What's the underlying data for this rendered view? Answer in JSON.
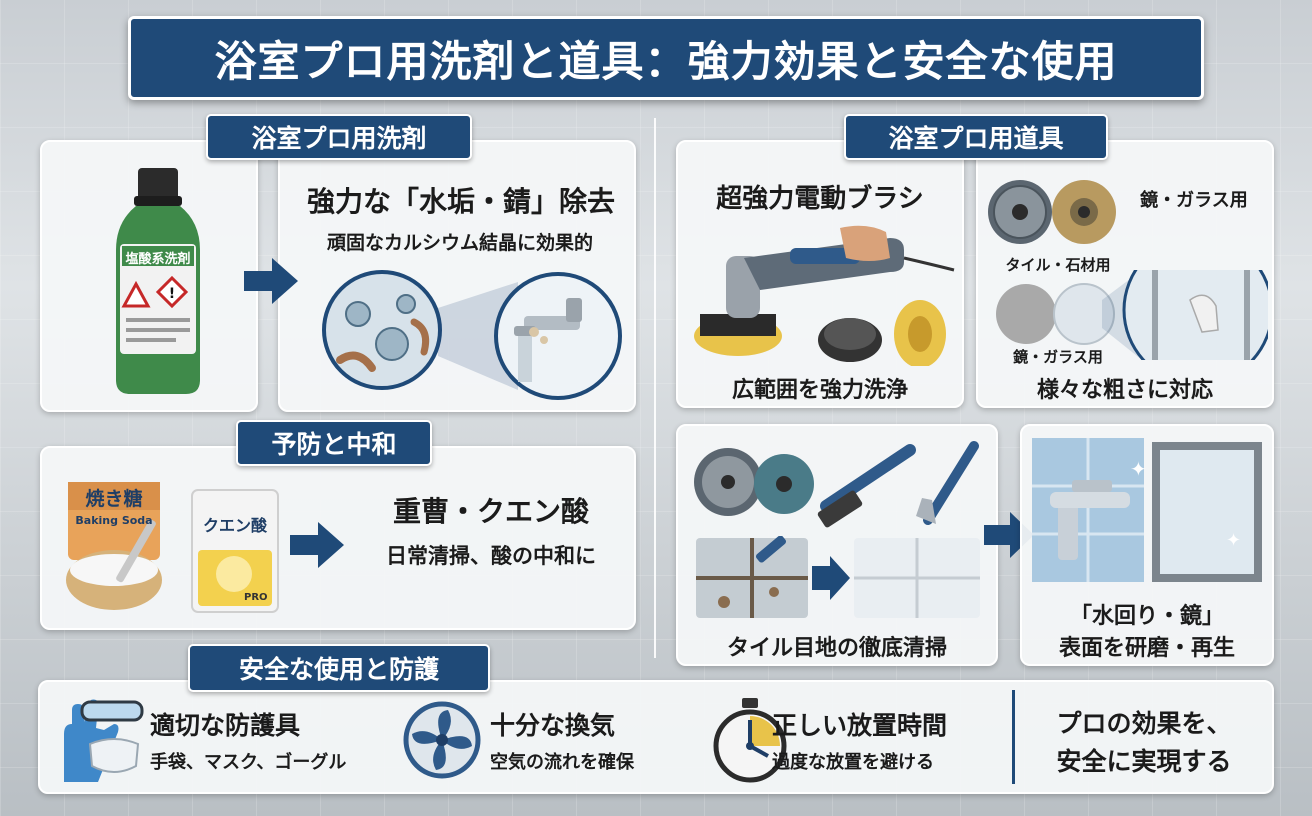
{
  "title": "浴室プロ用洗剤と道具：強力効果と安全な使用",
  "detergent": {
    "tag": "浴室プロ用洗剤",
    "bottle_label": "塩酸系洗剤",
    "heading": "強力な「水垢・錆」除去",
    "sub": "頑固なカルシウム結晶に効果的"
  },
  "prevention": {
    "tag": "予防と中和",
    "bag1_label": "焼き糖",
    "bag1_sub": "Baking Soda",
    "bag2_label": "クエン酸",
    "bag2_badge": "PRO",
    "heading": "重曹・クエン酸",
    "sub": "日常清掃、酸の中和に"
  },
  "tools": {
    "tag": "浴室プロ用道具",
    "brush_heading": "超強力電動ブラシ",
    "brush_caption": "広範囲を強力洗浄",
    "pad_label_top": "鏡・ガラス用",
    "pad_label_mid": "タイル・石材用",
    "pad_label_bottom": "鏡・ガラス用",
    "pad_caption": "様々な粗さに対応",
    "grout_caption": "タイル目地の徹底清掃",
    "result_line1": "「水回り・鏡」",
    "result_line2": "表面を研磨・再生"
  },
  "safety": {
    "tag": "安全な使用と防護",
    "items": [
      {
        "icon": "glove-mask-goggle-icon",
        "title": "適切な防護具",
        "sub": "手袋、マスク、ゴーグル"
      },
      {
        "icon": "fan-icon",
        "title": "十分な換気",
        "sub": "空気の流れを確保"
      },
      {
        "icon": "stopwatch-icon",
        "title": "正しい放置時間",
        "sub": "過度な放置を避ける"
      }
    ],
    "slogan_line1": "プロの効果を、",
    "slogan_line2": "安全に実現する"
  },
  "colors": {
    "navy": "#1f4a78",
    "bottle_green": "#3f8a4a",
    "brush_yellow": "#e8c34a",
    "glove_blue": "#3f88c9"
  }
}
